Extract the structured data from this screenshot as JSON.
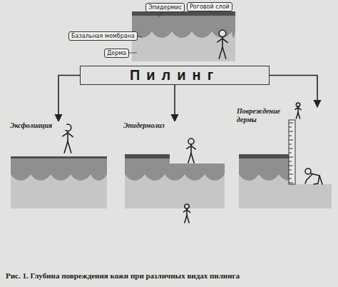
{
  "diagram": {
    "caption": "Рис. 1. Глубина повреждения кожи при различных видах пилинга",
    "nodes": [
      {
        "text": [
          "Эпидермис"
        ]
      },
      {
        "text": [
          "Роговой слой"
        ]
      },
      {
        "text": [
          "Базальная мембрана"
        ]
      },
      {
        "text": [
          "Дерма"
        ]
      },
      {
        "text": [
          "Пилинг"
        ]
      },
      {
        "text": [
          "Эксфолиация"
        ]
      },
      {
        "text": [
          "Эпидермолиз"
        ]
      },
      {
        "text": [
          "Повреждение дермы"
        ]
      }
    ],
    "edges": [
      {
        "from": 4,
        "to": 5,
        "arrow": "to"
      },
      {
        "from": 4,
        "to": 6,
        "arrow": "to"
      },
      {
        "from": 4,
        "to": 7,
        "arrow": "to"
      }
    ]
  }
}
